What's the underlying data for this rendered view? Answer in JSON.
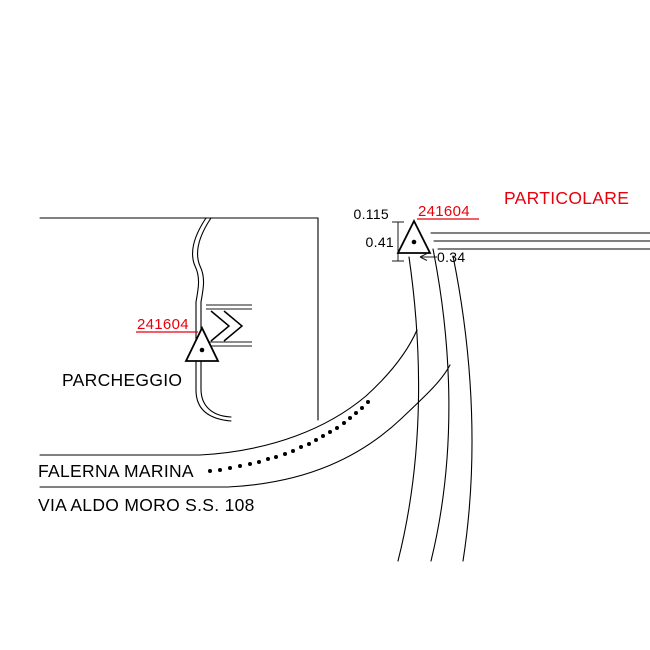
{
  "drawing": {
    "detail_title": "PARTICOLARE",
    "labels": {
      "parking": "PARCHEGGIO",
      "place": "FALERNA MARINA",
      "road": "VIA ALDO MORO S.S. 108"
    },
    "benchmarks": {
      "left_id": "241604",
      "right_id": "241604"
    },
    "measurements": {
      "offset_top": "0.115",
      "height": "0.41",
      "width": "0.34"
    },
    "colors": {
      "accent": "#e8000d",
      "ink": "#000000",
      "background": "#ffffff"
    }
  }
}
